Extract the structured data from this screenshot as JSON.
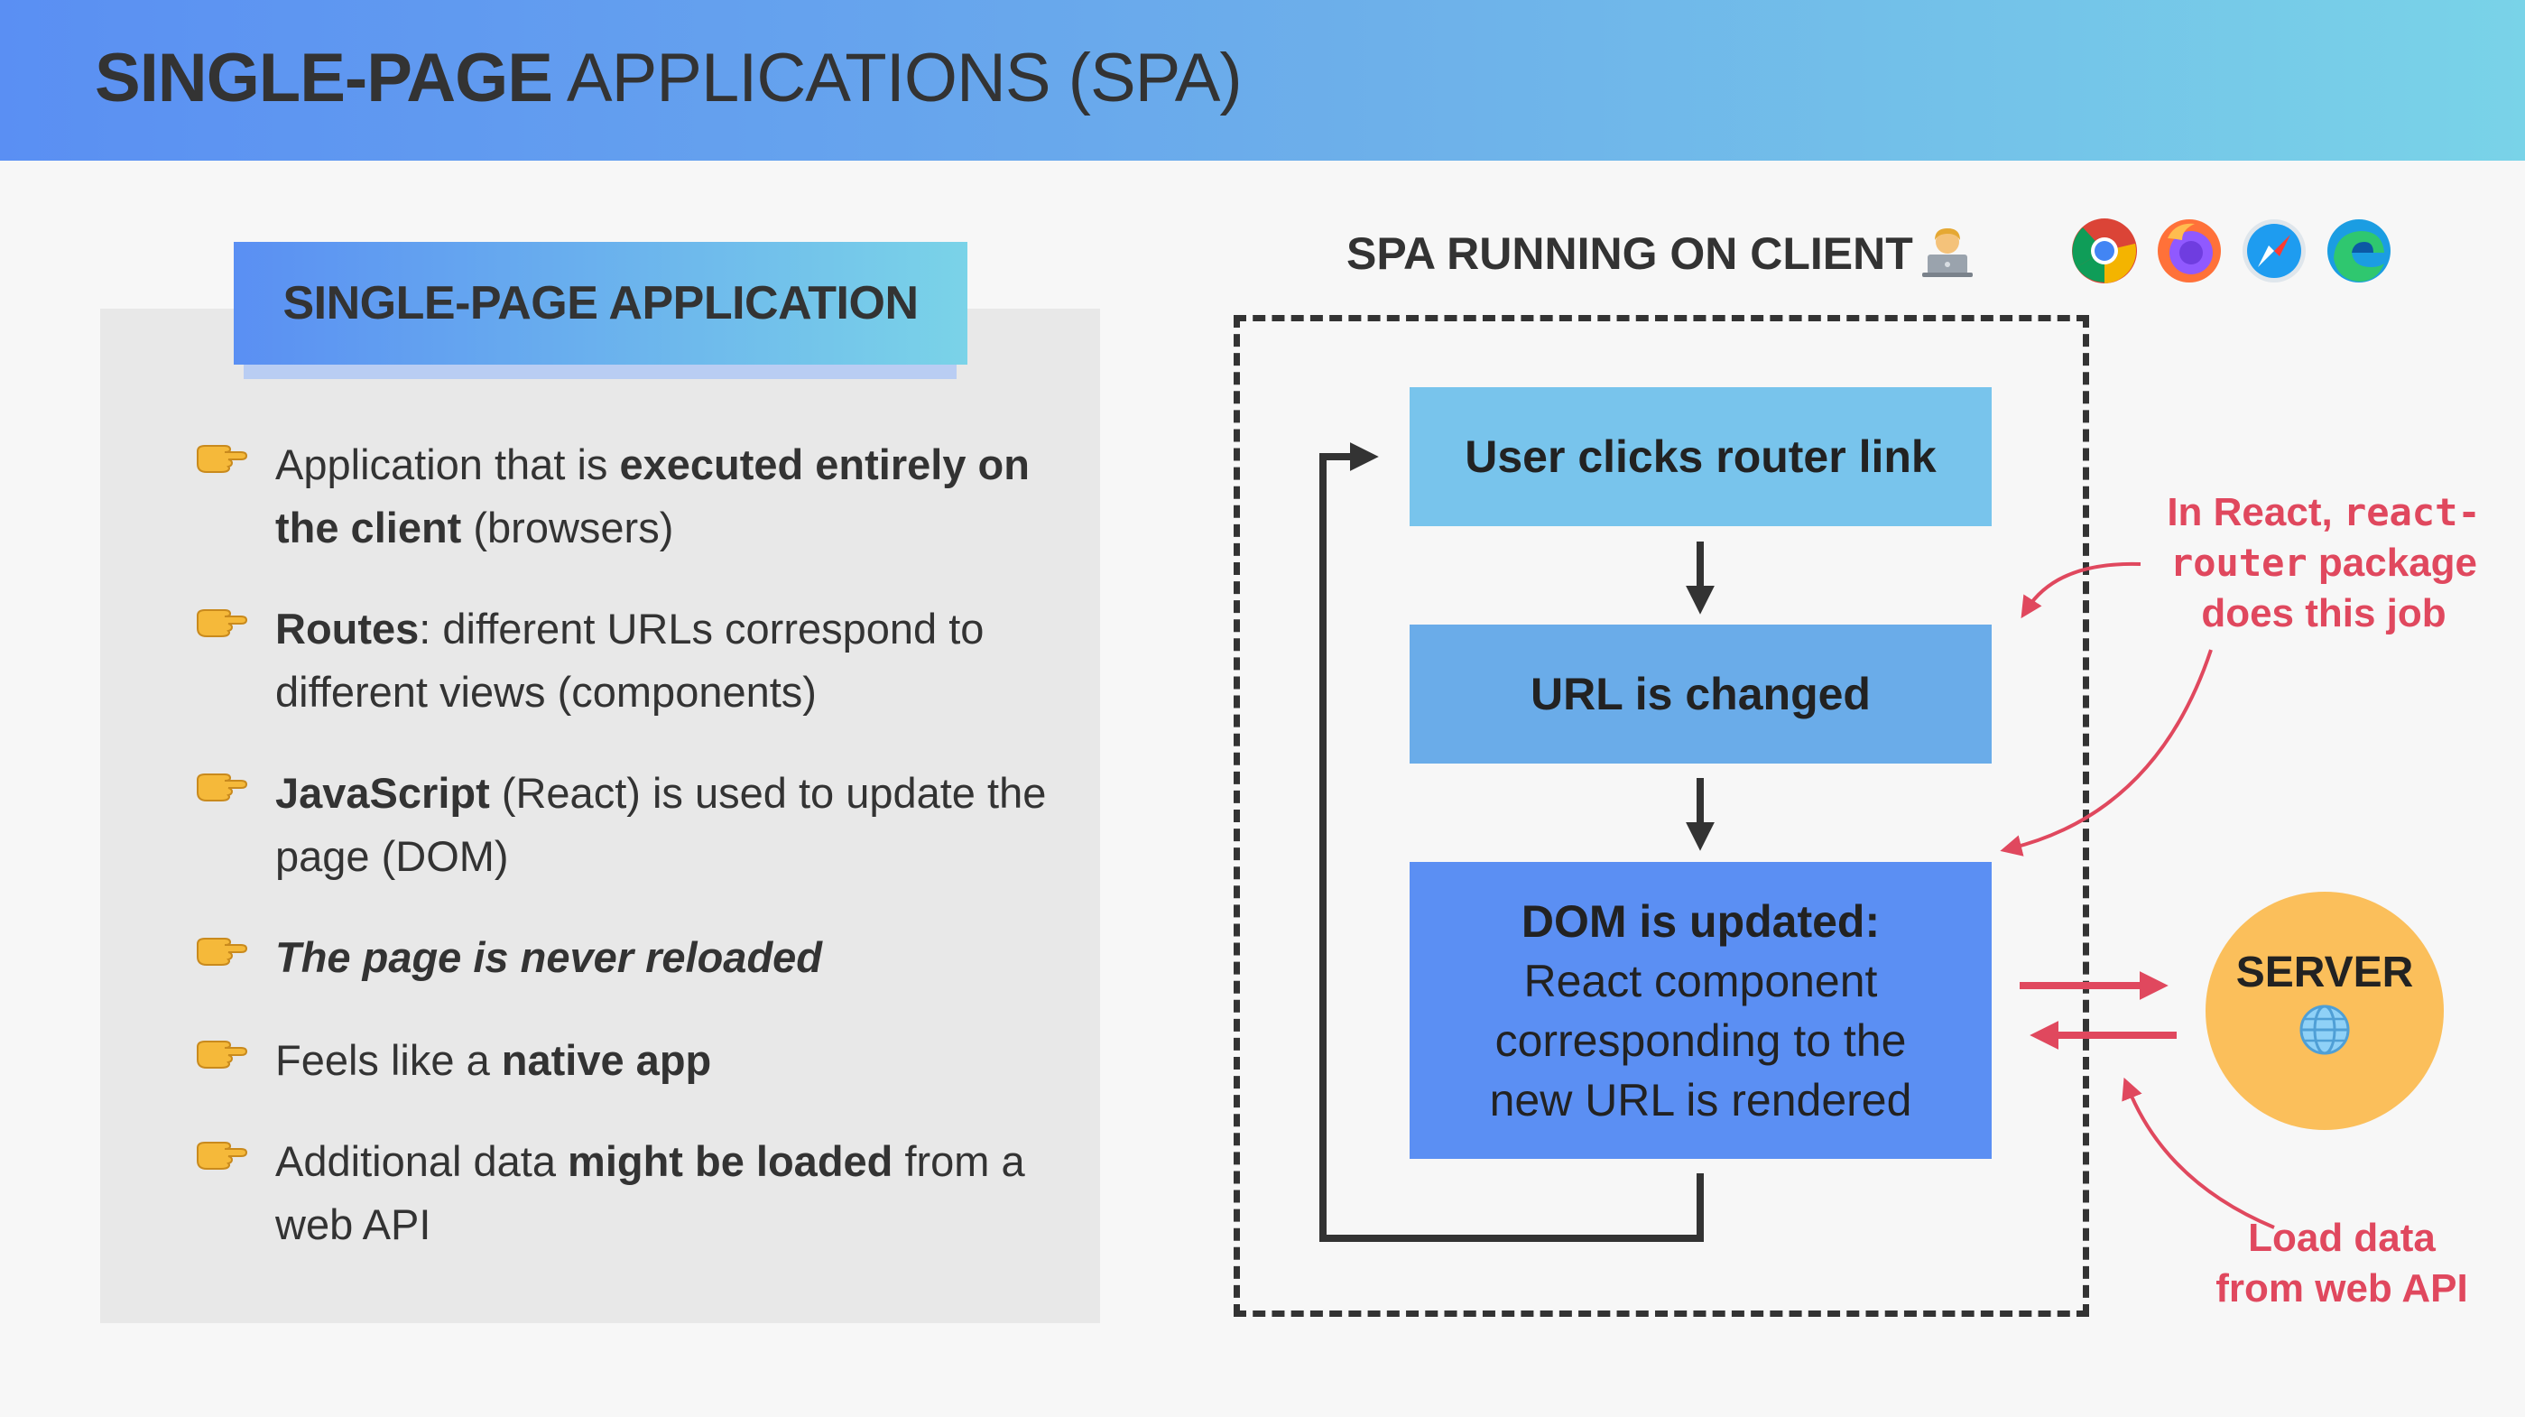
{
  "header": {
    "title_bold": "SINGLE-PAGE",
    "title_rest": " APPLICATIONS (SPA)"
  },
  "left": {
    "badge": "SINGLE-PAGE APPLICATION",
    "bullet_icon": "pointing-hand-icon",
    "bullets": [
      {
        "parts": [
          {
            "t": "Application that is ",
            "b": false
          },
          {
            "t": "executed entirely on the client",
            "b": true
          },
          {
            "t": " (browsers)",
            "b": false
          }
        ]
      },
      {
        "parts": [
          {
            "t": "Routes",
            "b": true
          },
          {
            "t": ": different URLs correspond to different views (components)",
            "b": false
          }
        ]
      },
      {
        "parts": [
          {
            "t": "JavaScript",
            "b": true
          },
          {
            "t": " (React) is used to update the page (DOM)",
            "b": false
          }
        ]
      },
      {
        "parts": [
          {
            "t": "The page is never reloaded",
            "b": true,
            "i": true
          }
        ]
      },
      {
        "parts": [
          {
            "t": "Feels like a ",
            "b": false
          },
          {
            "t": "native app",
            "b": true
          }
        ]
      },
      {
        "parts": [
          {
            "t": "Additional data ",
            "b": false
          },
          {
            "t": "might be loaded",
            "b": true
          },
          {
            "t": " from a web API",
            "b": false
          }
        ]
      }
    ]
  },
  "diagram": {
    "client_title": "SPA RUNNING ON CLIENT",
    "client_icon": "developer-laptop-icon",
    "browsers": [
      "chrome-icon",
      "firefox-icon",
      "safari-icon",
      "edge-icon"
    ],
    "steps": {
      "step1": "User clicks router link",
      "step2": "URL is changed",
      "step3_title": "DOM is updated:",
      "step3_body": "React component corresponding to the new URL is rendered"
    },
    "server": {
      "label": "SERVER",
      "icon": "globe-icon"
    },
    "notes": {
      "router_line1_text": "In React, ",
      "router_line1_code": "react-",
      "router_line2_code": "router",
      "router_line2_text": " package",
      "router_line3": "does this job",
      "load_line1": "Load data",
      "load_line2": "from web API"
    }
  },
  "colors": {
    "accent_red": "#e0485e",
    "step1": "#78c4ec",
    "step2": "#6aace9",
    "step3": "#5b8ff3",
    "server": "#fbbf5b",
    "panel": "#e8e8e8"
  }
}
